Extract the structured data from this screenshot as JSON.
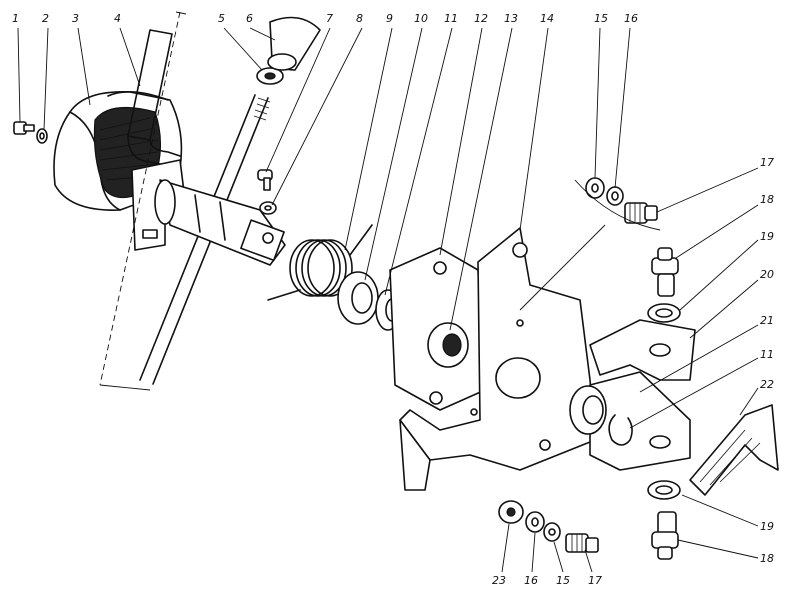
{
  "figure": {
    "description_alt": ""
  },
  "callouts": [
    {
      "id": "c1",
      "label": "1"
    },
    {
      "id": "c2",
      "label": "2"
    },
    {
      "id": "c3",
      "label": "3"
    },
    {
      "id": "c4",
      "label": "4"
    },
    {
      "id": "c5",
      "label": "5"
    },
    {
      "id": "c6",
      "label": "6"
    },
    {
      "id": "c7",
      "label": "7"
    },
    {
      "id": "c8",
      "label": "8"
    },
    {
      "id": "c9",
      "label": "9"
    },
    {
      "id": "c10",
      "label": "10"
    },
    {
      "id": "c11a",
      "label": "11"
    },
    {
      "id": "c12",
      "label": "12"
    },
    {
      "id": "c13",
      "label": "13"
    },
    {
      "id": "c14",
      "label": "14"
    },
    {
      "id": "c15a",
      "label": "15"
    },
    {
      "id": "c16a",
      "label": "16"
    },
    {
      "id": "c17a",
      "label": "17"
    },
    {
      "id": "c18a",
      "label": "18"
    },
    {
      "id": "c19a",
      "label": "19"
    },
    {
      "id": "c20",
      "label": "20"
    },
    {
      "id": "c21",
      "label": "21"
    },
    {
      "id": "c11b",
      "label": "11"
    },
    {
      "id": "c22",
      "label": "22"
    },
    {
      "id": "c19b",
      "label": "19"
    },
    {
      "id": "c18b",
      "label": "18"
    },
    {
      "id": "c23",
      "label": "23"
    },
    {
      "id": "c16b",
      "label": "16"
    },
    {
      "id": "c15b",
      "label": "15"
    },
    {
      "id": "c17b",
      "label": "17"
    }
  ]
}
